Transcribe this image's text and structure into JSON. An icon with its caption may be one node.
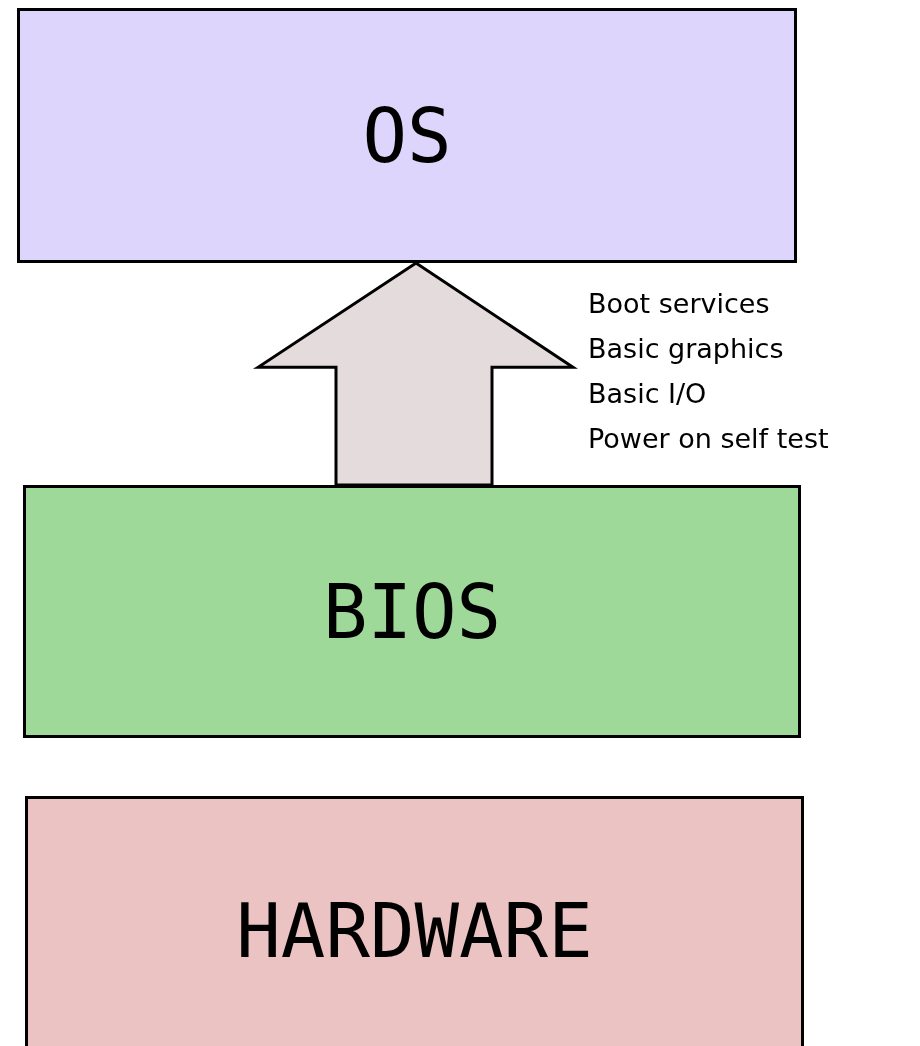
{
  "diagram": {
    "nodes": [
      {
        "text": [
          "OS"
        ]
      },
      {
        "text": [
          "BIOS"
        ]
      },
      {
        "text": [
          "HARDWARE"
        ]
      }
    ],
    "edges": [
      {
        "from": 1,
        "to": 0,
        "arrow": "to",
        "style": "thick"
      }
    ],
    "labels": [
      "Boot services",
      "Basic graphics",
      "Basic I/O",
      "Power on self test"
    ]
  }
}
